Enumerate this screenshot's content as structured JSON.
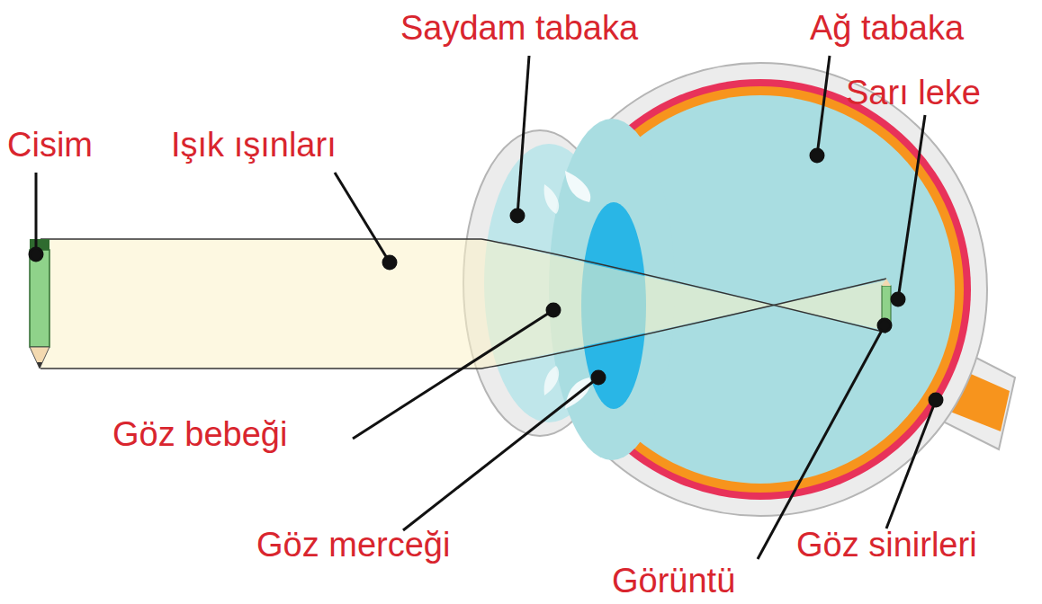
{
  "diagram": {
    "labels": [
      "Cisim",
      "Işık ışınları",
      "Saydam tabaka",
      "Ağ tabaka",
      "Sarı leke",
      "Göz bebeği",
      "Göz merceği",
      "Görüntü",
      "Göz sinirleri"
    ]
  }
}
